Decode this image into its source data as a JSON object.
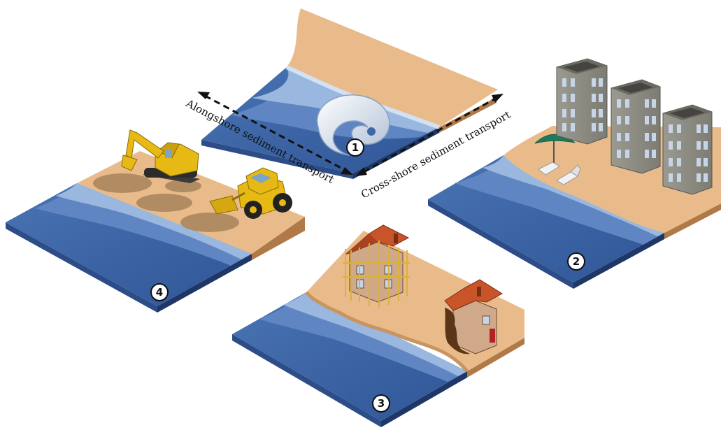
{
  "labels": {
    "alongshore": "Alongshore sediment transport",
    "crossshore": "Cross-shore sediment transport"
  },
  "scenes": [
    {
      "number": "1",
      "subject": "breaking-wave"
    },
    {
      "number": "2",
      "subject": "beach-hotels"
    },
    {
      "number": "3",
      "subject": "eroding-houses"
    },
    {
      "number": "4",
      "subject": "beach-nourishment-machinery"
    }
  ],
  "colors": {
    "water_deep": "#3f68a9",
    "water_mid": "#5f86c2",
    "water_light": "#9ab7df",
    "water_surf": "#d2e2f3",
    "sand_top": "#e9bb8a",
    "sand_side": "#c8945f",
    "slab_side_dark": "#27447a",
    "building": "#8f8f86",
    "roof": "#c9542a",
    "machine": "#e7b914"
  }
}
